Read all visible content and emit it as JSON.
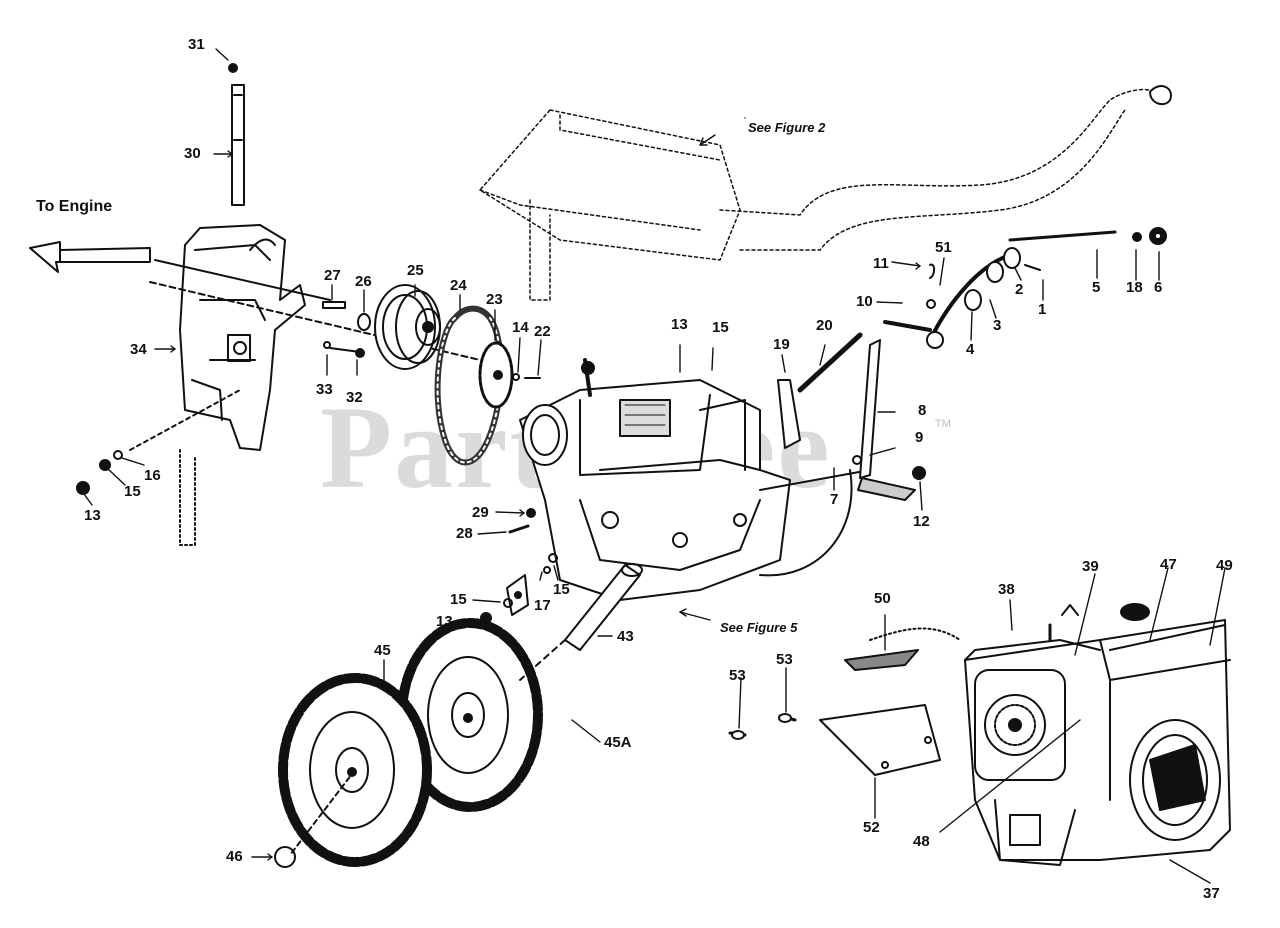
{
  "watermark": {
    "text": "PartsTree",
    "tm": "TM"
  },
  "labels": {
    "to_engine": "To Engine",
    "see_fig2": "See Figure 2",
    "see_fig5": "See Figure 5"
  },
  "callouts": {
    "c31": "31",
    "c30": "30",
    "c27": "27",
    "c26": "26",
    "c25": "25",
    "c24": "24",
    "c23": "23",
    "c14": "14",
    "c22": "22",
    "c34": "34",
    "c33": "33",
    "c32": "32",
    "c16": "16",
    "c15a": "15",
    "c13a": "13",
    "c13b": "13",
    "c15b": "15",
    "c19": "19",
    "c20": "20",
    "c11": "11",
    "c51": "51",
    "c10": "10",
    "c5": "5",
    "c18": "18",
    "c6": "6",
    "c2": "2",
    "c1": "1",
    "c3": "3",
    "c4": "4",
    "c8": "8",
    "c9": "9",
    "c7": "7",
    "c12": "12",
    "c29": "29",
    "c28": "28",
    "c17": "17",
    "c15c": "15",
    "c15d": "15",
    "c13c": "13",
    "c43": "43",
    "c45": "45",
    "c45a": "45A",
    "c46": "46",
    "c50": "50",
    "c38": "38",
    "c39": "39",
    "c47": "47",
    "c49": "49",
    "c53a": "53",
    "c53b": "53",
    "c52": "52",
    "c48": "48",
    "c37": "37"
  },
  "colors": {
    "ink": "#111111",
    "watermark": "#cfcfcf",
    "background": "#ffffff"
  }
}
